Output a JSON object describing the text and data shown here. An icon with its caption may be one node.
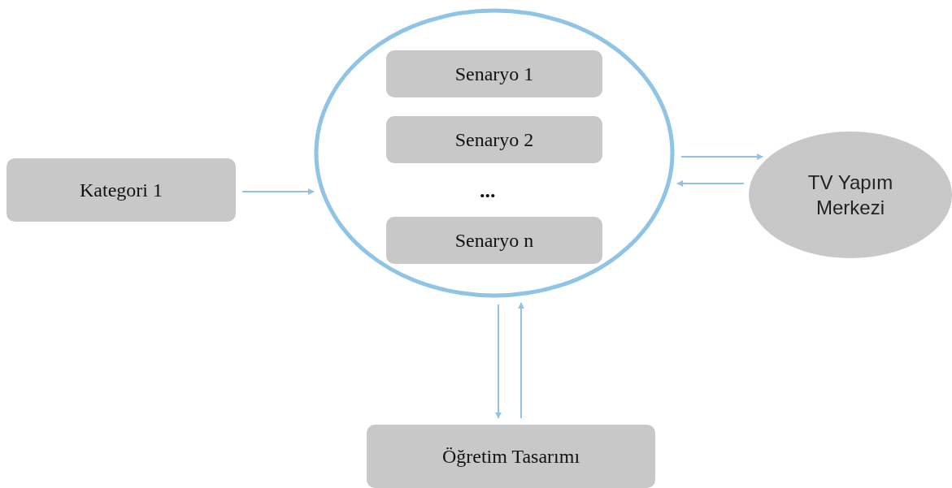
{
  "diagram": {
    "nodes": [
      {
        "text": [
          "Kategori 1"
        ]
      },
      {
        "text": [],
        "shape": "circle"
      },
      {
        "text": [
          "Senaryo 1"
        ],
        "in": 1
      },
      {
        "text": [
          "Senaryo 2"
        ],
        "in": 1
      },
      {
        "text": [
          "Senaryo n"
        ],
        "in": 1
      },
      {
        "text": [
          "TV Yapım Merkezi"
        ]
      },
      {
        "text": [
          "Öğretim Tasarımı"
        ]
      }
    ],
    "edges": [
      {
        "from": 0,
        "to": 1,
        "arrow": "to"
      },
      {
        "from": 1,
        "to": 5,
        "arrow": "to"
      },
      {
        "from": 5,
        "to": 1,
        "arrow": "to"
      },
      {
        "from": 1,
        "to": 6,
        "arrow": "to"
      },
      {
        "from": 6,
        "to": 1,
        "arrow": "to"
      }
    ],
    "labels": [
      "..."
    ]
  }
}
